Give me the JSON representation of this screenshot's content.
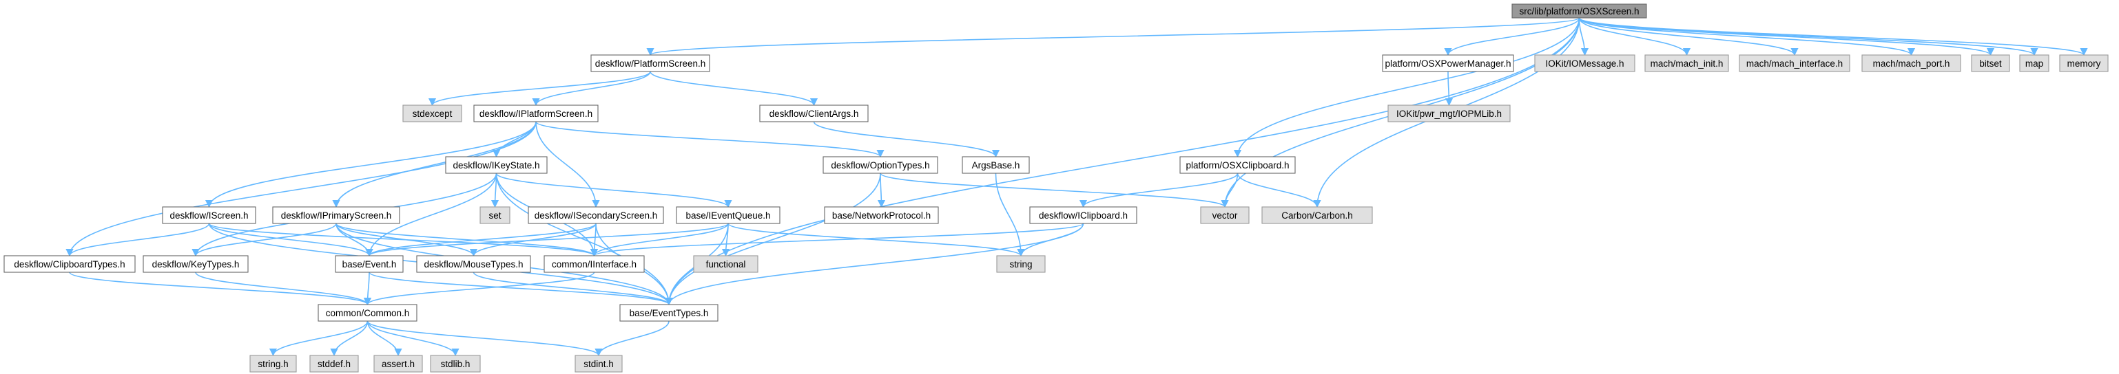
{
  "colors": {
    "root_fill": "#999999",
    "root_border": "#666666",
    "doc_fill": "#ffffff",
    "doc_border": "#666666",
    "sys_fill": "#e0e0e0",
    "sys_border": "#999999",
    "edge": "#63b8ff"
  },
  "nodes": {
    "root": "src/lib/platform/OSXScreen.h",
    "platform_screen": "deskflow/PlatformScreen.h",
    "stdexcept": "stdexcept",
    "iplatform_screen": "deskflow/IPlatformScreen.h",
    "client_args": "deskflow/ClientArgs.h",
    "args_base": "ArgsBase.h",
    "ikeystate": "deskflow/IKeyState.h",
    "set": "set",
    "option_types": "deskflow/OptionTypes.h",
    "network_protocol": "base/NetworkProtocol.h",
    "iscreen": "deskflow/IScreen.h",
    "iprimary_screen": "deskflow/IPrimaryScreen.h",
    "isecondary_screen": "deskflow/ISecondaryScreen.h",
    "ievent_queue": "base/IEventQueue.h",
    "functional": "functional",
    "clipboard_types": "deskflow/ClipboardTypes.h",
    "key_types": "deskflow/KeyTypes.h",
    "base_event": "base/Event.h",
    "mouse_types": "deskflow/MouseTypes.h",
    "iinterface": "common/IInterface.h",
    "common": "common/Common.h",
    "event_types": "base/EventTypes.h",
    "string_h": "string.h",
    "stddef_h": "stddef.h",
    "assert_h": "assert.h",
    "stdlib_h": "stdlib.h",
    "stdint_h": "stdint.h",
    "power_manager": "platform/OSXPowerManager.h",
    "iopmlib": "IOKit/pwr_mgt/IOPMLib.h",
    "iomessage": "IOKit/IOMessage.h",
    "mach_init": "mach/mach_init.h",
    "mach_interface": "mach/mach_interface.h",
    "mach_port": "mach/mach_port.h",
    "bitset": "bitset",
    "map": "map",
    "memory": "memory",
    "osx_clipboard": "platform/OSXClipboard.h",
    "iclipboard": "deskflow/IClipboard.h",
    "vector": "vector",
    "carbon": "Carbon/Carbon.h",
    "string": "string"
  },
  "edges": [
    [
      "root",
      "platform_screen"
    ],
    [
      "root",
      "power_manager"
    ],
    [
      "root",
      "iomessage"
    ],
    [
      "root",
      "mach_init"
    ],
    [
      "root",
      "mach_interface"
    ],
    [
      "root",
      "mach_port"
    ],
    [
      "root",
      "bitset"
    ],
    [
      "root",
      "map"
    ],
    [
      "root",
      "memory"
    ],
    [
      "root",
      "osx_clipboard"
    ],
    [
      "root",
      "vector"
    ],
    [
      "root",
      "carbon"
    ],
    [
      "root",
      "event_types"
    ],
    [
      "platform_screen",
      "stdexcept"
    ],
    [
      "platform_screen",
      "iplatform_screen"
    ],
    [
      "platform_screen",
      "client_args"
    ],
    [
      "client_args",
      "args_base"
    ],
    [
      "args_base",
      "string"
    ],
    [
      "iplatform_screen",
      "ikeystate"
    ],
    [
      "iplatform_screen",
      "option_types"
    ],
    [
      "iplatform_screen",
      "iscreen"
    ],
    [
      "iplatform_screen",
      "iprimary_screen"
    ],
    [
      "iplatform_screen",
      "isecondary_screen"
    ],
    [
      "iplatform_screen",
      "clipboard_types"
    ],
    [
      "option_types",
      "network_protocol"
    ],
    [
      "option_types",
      "vector"
    ],
    [
      "option_types",
      "event_types"
    ],
    [
      "ikeystate",
      "set"
    ],
    [
      "ikeystate",
      "ievent_queue"
    ],
    [
      "ikeystate",
      "key_types"
    ],
    [
      "ikeystate",
      "base_event"
    ],
    [
      "ikeystate",
      "iinterface"
    ],
    [
      "ikeystate",
      "event_types"
    ],
    [
      "iscreen",
      "clipboard_types"
    ],
    [
      "iscreen",
      "iinterface"
    ],
    [
      "iscreen",
      "base_event"
    ],
    [
      "iscreen",
      "event_types"
    ],
    [
      "iprimary_screen",
      "base_event"
    ],
    [
      "iprimary_screen",
      "mouse_types"
    ],
    [
      "iprimary_screen",
      "iinterface"
    ],
    [
      "iprimary_screen",
      "key_types"
    ],
    [
      "iprimary_screen",
      "event_types"
    ],
    [
      "isecondary_screen",
      "base_event"
    ],
    [
      "isecondary_screen",
      "mouse_types"
    ],
    [
      "isecondary_screen",
      "iinterface"
    ],
    [
      "isecondary_screen",
      "event_types"
    ],
    [
      "ievent_queue",
      "functional"
    ],
    [
      "ievent_queue",
      "iinterface"
    ],
    [
      "ievent_queue",
      "string"
    ],
    [
      "ievent_queue",
      "base_event"
    ],
    [
      "ievent_queue",
      "event_types"
    ],
    [
      "clipboard_types",
      "common"
    ],
    [
      "key_types",
      "common"
    ],
    [
      "base_event",
      "common"
    ],
    [
      "base_event",
      "event_types"
    ],
    [
      "mouse_types",
      "event_types"
    ],
    [
      "iinterface",
      "common"
    ],
    [
      "common",
      "string_h"
    ],
    [
      "common",
      "stddef_h"
    ],
    [
      "common",
      "assert_h"
    ],
    [
      "common",
      "stdlib_h"
    ],
    [
      "common",
      "stdint_h"
    ],
    [
      "event_types",
      "stdint_h"
    ],
    [
      "power_manager",
      "iopmlib"
    ],
    [
      "osx_clipboard",
      "iclipboard"
    ],
    [
      "osx_clipboard",
      "vector"
    ],
    [
      "osx_clipboard",
      "carbon"
    ],
    [
      "iclipboard",
      "iinterface"
    ],
    [
      "iclipboard",
      "string"
    ],
    [
      "iclipboard",
      "event_types"
    ]
  ]
}
